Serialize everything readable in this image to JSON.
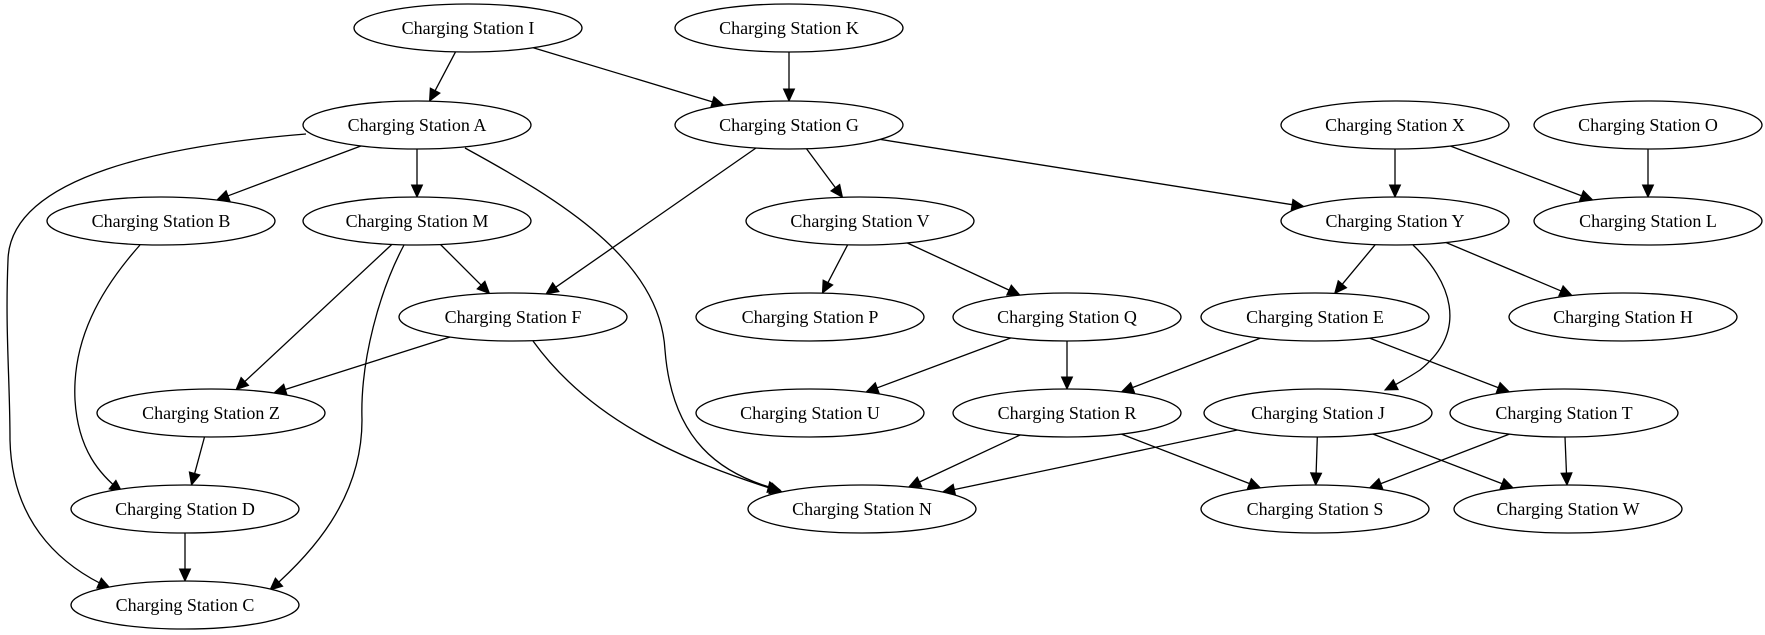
{
  "graph": {
    "nodes": [
      {
        "id": "I",
        "label": "Charging Station I"
      },
      {
        "id": "K",
        "label": "Charging Station K"
      },
      {
        "id": "A",
        "label": "Charging Station A"
      },
      {
        "id": "G",
        "label": "Charging Station G"
      },
      {
        "id": "X",
        "label": "Charging Station X"
      },
      {
        "id": "O",
        "label": "Charging Station O"
      },
      {
        "id": "B",
        "label": "Charging Station B"
      },
      {
        "id": "M",
        "label": "Charging Station M"
      },
      {
        "id": "V",
        "label": "Charging Station V"
      },
      {
        "id": "Y",
        "label": "Charging Station Y"
      },
      {
        "id": "L",
        "label": "Charging Station L"
      },
      {
        "id": "F",
        "label": "Charging Station F"
      },
      {
        "id": "P",
        "label": "Charging Station P"
      },
      {
        "id": "Q",
        "label": "Charging Station Q"
      },
      {
        "id": "E",
        "label": "Charging Station E"
      },
      {
        "id": "H",
        "label": "Charging Station H"
      },
      {
        "id": "Z",
        "label": "Charging Station Z"
      },
      {
        "id": "U",
        "label": "Charging Station U"
      },
      {
        "id": "R",
        "label": "Charging Station R"
      },
      {
        "id": "J",
        "label": "Charging Station J"
      },
      {
        "id": "T",
        "label": "Charging Station T"
      },
      {
        "id": "D",
        "label": "Charging Station D"
      },
      {
        "id": "N",
        "label": "Charging Station N"
      },
      {
        "id": "S",
        "label": "Charging Station S"
      },
      {
        "id": "W",
        "label": "Charging Station W"
      },
      {
        "id": "C",
        "label": "Charging Station C"
      }
    ],
    "edges": [
      {
        "from": "I",
        "to": "A"
      },
      {
        "from": "I",
        "to": "G"
      },
      {
        "from": "K",
        "to": "G"
      },
      {
        "from": "A",
        "to": "C"
      },
      {
        "from": "A",
        "to": "B"
      },
      {
        "from": "A",
        "to": "M"
      },
      {
        "from": "A",
        "to": "N"
      },
      {
        "from": "G",
        "to": "F"
      },
      {
        "from": "G",
        "to": "V"
      },
      {
        "from": "G",
        "to": "Y"
      },
      {
        "from": "X",
        "to": "Y"
      },
      {
        "from": "X",
        "to": "L"
      },
      {
        "from": "O",
        "to": "L"
      },
      {
        "from": "B",
        "to": "D"
      },
      {
        "from": "M",
        "to": "Z"
      },
      {
        "from": "M",
        "to": "C"
      },
      {
        "from": "M",
        "to": "F"
      },
      {
        "from": "F",
        "to": "Z"
      },
      {
        "from": "F",
        "to": "N"
      },
      {
        "from": "V",
        "to": "P"
      },
      {
        "from": "V",
        "to": "Q"
      },
      {
        "from": "Y",
        "to": "E"
      },
      {
        "from": "Y",
        "to": "J"
      },
      {
        "from": "Y",
        "to": "H"
      },
      {
        "from": "Q",
        "to": "U"
      },
      {
        "from": "Q",
        "to": "R"
      },
      {
        "from": "E",
        "to": "R"
      },
      {
        "from": "E",
        "to": "T"
      },
      {
        "from": "Z",
        "to": "D"
      },
      {
        "from": "D",
        "to": "C"
      },
      {
        "from": "R",
        "to": "N"
      },
      {
        "from": "R",
        "to": "S"
      },
      {
        "from": "J",
        "to": "N"
      },
      {
        "from": "J",
        "to": "S"
      },
      {
        "from": "J",
        "to": "W"
      },
      {
        "from": "T",
        "to": "S"
      },
      {
        "from": "T",
        "to": "W"
      }
    ]
  }
}
